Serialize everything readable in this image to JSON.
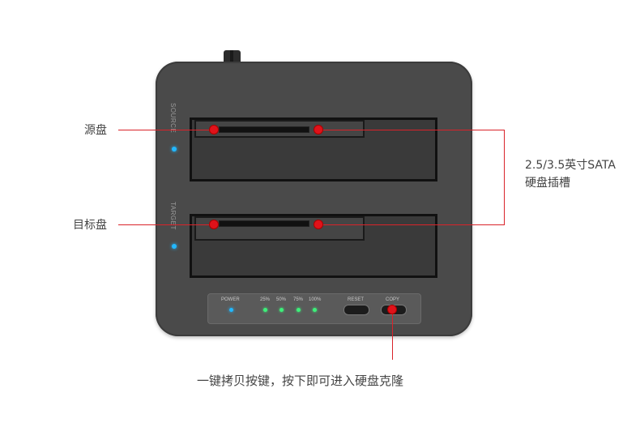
{
  "device": {
    "source_label": "SOURCE",
    "target_label": "TARGET",
    "panel": {
      "power_label": "POWER",
      "progress_labels": [
        "25%",
        "50%",
        "75%",
        "100%"
      ],
      "reset_label": "RESET",
      "copy_label": "COPY"
    }
  },
  "callouts": {
    "source_disk": "源盘",
    "target_disk": "目标盘",
    "slot_line1": "2.5/3.5英寸SATA",
    "slot_line2": "硬盘插槽",
    "copy_hint": "一键拷贝按键，按下即可进入硬盘克隆"
  },
  "colors": {
    "callout_line": "#d9232a",
    "marker": "#e0121a",
    "led_blue": "#22b8ff",
    "led_green": "#3df07a",
    "device_body": "#4a4a4a"
  }
}
